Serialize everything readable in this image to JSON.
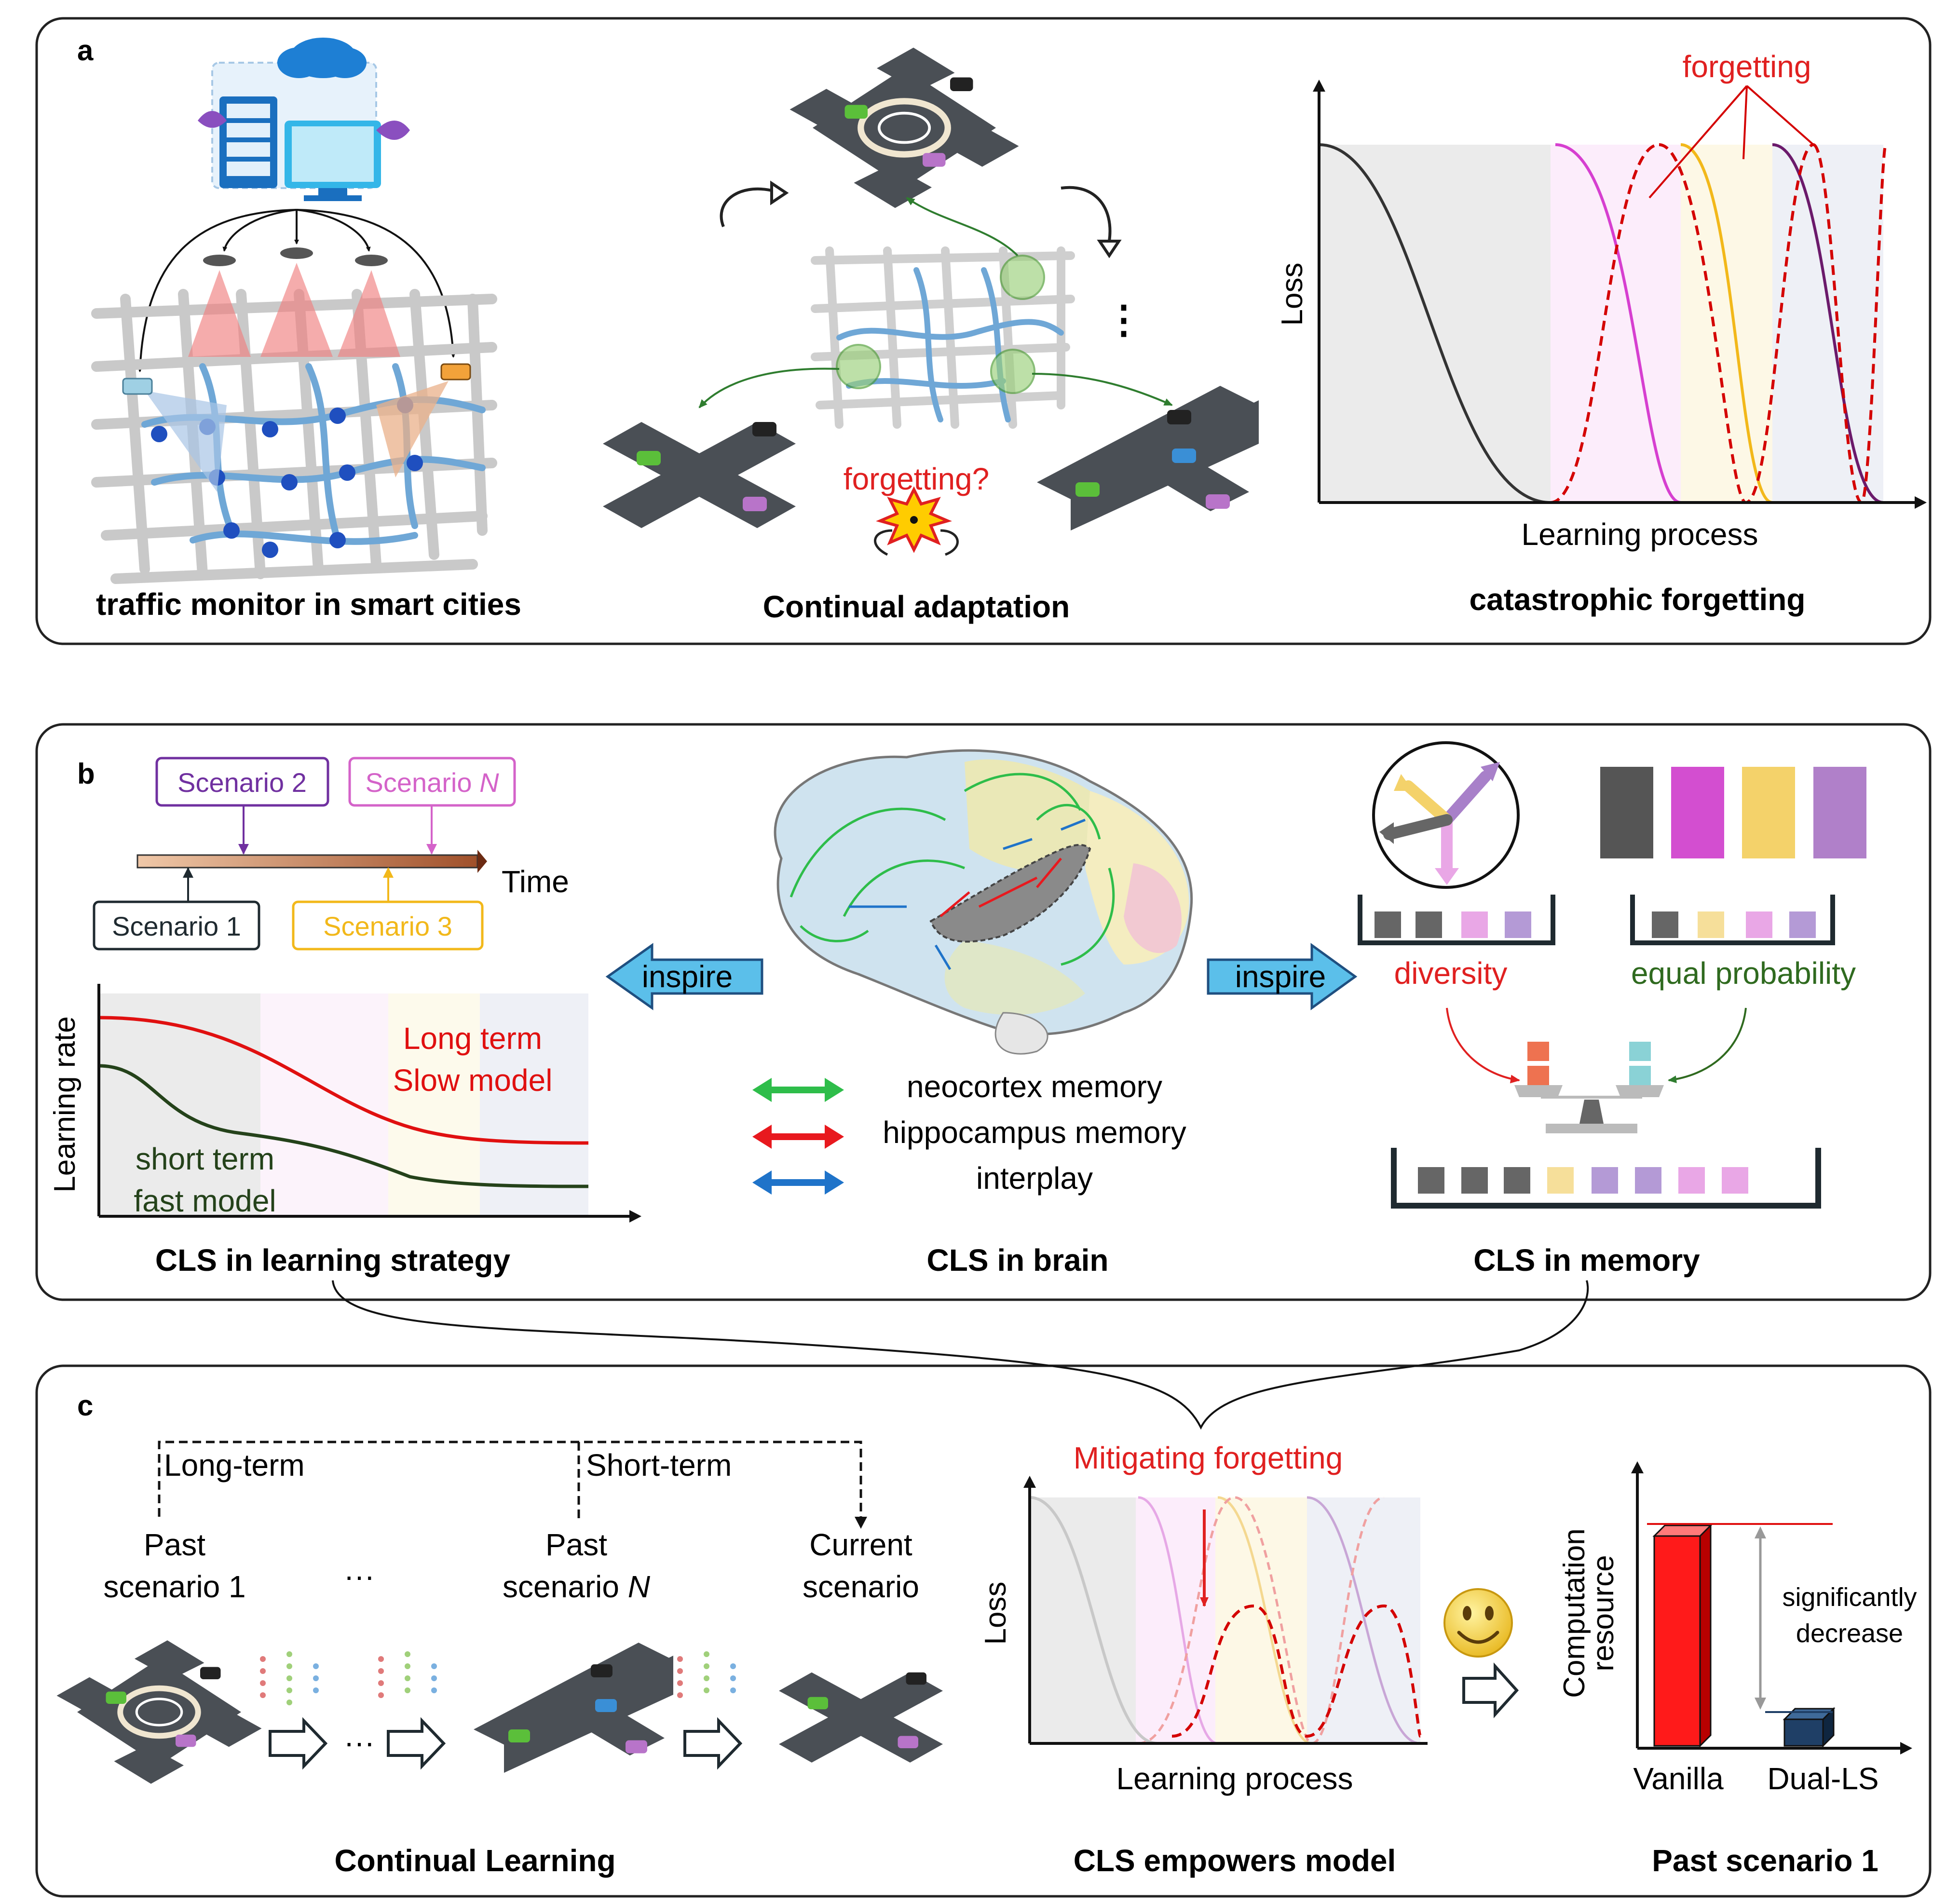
{
  "panel_a": {
    "letter": "a",
    "captions": {
      "left": "traffic monitor in smart cities",
      "middle": "Continual adaptation",
      "right": "catastrophic forgetting"
    },
    "middle": {
      "question": "forgetting?",
      "ellipsis": "⋮"
    },
    "chart": {
      "ylabel": "Loss",
      "xlabel": "Learning process",
      "annotation": "forgetting",
      "colors": {
        "first": "#333333",
        "pink": "#d63fd0",
        "yellow": "#f2b81a",
        "purple": "#6b1a6b",
        "forget": "#d40000"
      }
    }
  },
  "panel_b": {
    "letter": "b",
    "captions": {
      "left": "CLS in learning strategy",
      "middle": "CLS in brain",
      "right": "CLS in memory"
    },
    "timeline": {
      "scenario1": "Scenario 1",
      "scenario2": "Scenario 2",
      "scenario3": "Scenario 3",
      "scenarioN_prefix": "Scenario ",
      "scenarioN_italic": "N",
      "time": "Time"
    },
    "lr_chart": {
      "ylabel": "Learning rate",
      "long_term_1": "Long term",
      "long_term_2": "Slow model",
      "short_term_1": "short term",
      "short_term_2": "fast model"
    },
    "inspire_left": "inspire",
    "inspire_right": "inspire",
    "legend": {
      "neocortex": "neocortex memory",
      "hippocampus": "hippocampus memory",
      "interplay": "interplay",
      "colors": {
        "neocortex": "#2ebd4a",
        "hippocampus": "#e8191e",
        "interplay": "#1f73c9"
      }
    },
    "memory": {
      "diversity": "diversity",
      "equal": "equal probability"
    }
  },
  "panel_c": {
    "letter": "c",
    "captions": {
      "left": "Continual Learning",
      "middle": "CLS empowers model",
      "right": "Past scenario 1"
    },
    "cl": {
      "long_term": "Long-term",
      "short_term": "Short-term",
      "past1_line1": "Past",
      "past1_line2": "scenario 1",
      "dots": "···",
      "pastN_line1": "Past",
      "pastN_line2_prefix": "scenario ",
      "pastN_italic": "N",
      "current_line1": "Current",
      "current_line2": "scenario"
    },
    "mitigating": "Mitigating forgetting",
    "chart": {
      "ylabel": "Loss",
      "xlabel": "Learning process"
    },
    "bar_chart": {
      "ylabel_1": "Computation",
      "ylabel_2": "resource",
      "annotation_1": "significantly",
      "annotation_2": "decrease",
      "categories": [
        "Vanilla",
        "Dual-LS"
      ],
      "colors": {
        "vanilla": "#ff1a1a",
        "dual": "#1f3f66"
      }
    }
  }
}
